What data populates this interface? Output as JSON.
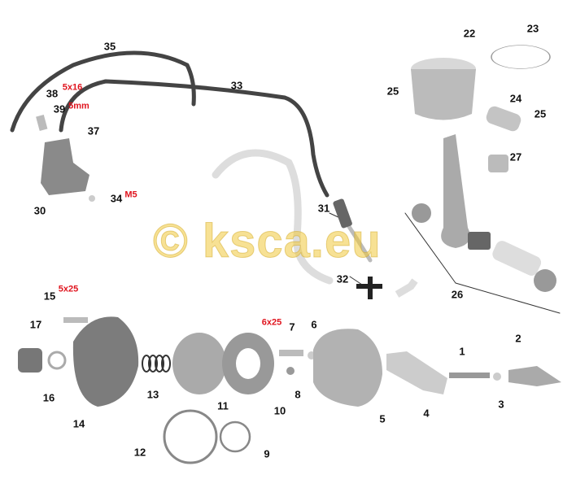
{
  "diagram": {
    "watermark": "© ksca.eu",
    "callouts": [
      {
        "num": "35"
      },
      {
        "num": "33"
      },
      {
        "num": "22"
      },
      {
        "num": "23"
      },
      {
        "num": "25"
      },
      {
        "num": "24"
      },
      {
        "num": "25"
      },
      {
        "num": "27"
      },
      {
        "num": "38",
        "spec": "5x16"
      },
      {
        "num": "39",
        "spec": "5mm"
      },
      {
        "num": "37"
      },
      {
        "num": "30"
      },
      {
        "num": "34",
        "spec": "M5"
      },
      {
        "num": "31"
      },
      {
        "num": "32"
      },
      {
        "num": "26"
      },
      {
        "num": "15",
        "spec": "5x25"
      },
      {
        "num": "17"
      },
      {
        "num": "16"
      },
      {
        "num": "14"
      },
      {
        "num": "13"
      },
      {
        "num": "11"
      },
      {
        "num": "10"
      },
      {
        "num": "7",
        "spec": "6x25"
      },
      {
        "num": "6"
      },
      {
        "num": "8"
      },
      {
        "num": "5"
      },
      {
        "num": "4"
      },
      {
        "num": "1"
      },
      {
        "num": "2"
      },
      {
        "num": "3"
      },
      {
        "num": "12"
      },
      {
        "num": "9"
      }
    ],
    "colors": {
      "part": "#8a8a8a",
      "part_light": "#c8c8c8",
      "hose": "#4a4a4a",
      "spec": "#e0141e",
      "watermark": "#f0c83c"
    }
  }
}
